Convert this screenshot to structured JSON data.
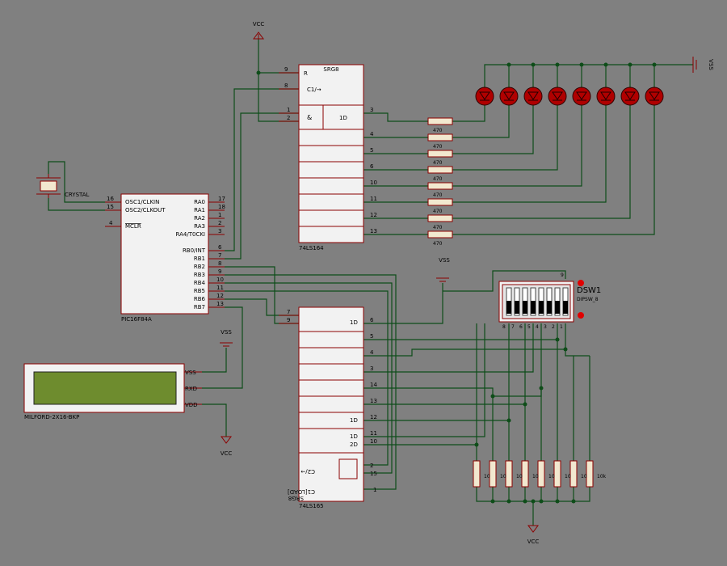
{
  "power": {
    "vcc": "VCC",
    "vss": "VSS"
  },
  "u74164": {
    "srg": "SRG8",
    "r": "R",
    "clk": "C1/→",
    "and": "&",
    "d": "1D",
    "name": "74LS164",
    "pins_left": [
      "9",
      "8",
      "1",
      "2"
    ],
    "pins_right": [
      "3",
      "4",
      "5",
      "6",
      "10",
      "11",
      "12",
      "13"
    ]
  },
  "u74165": {
    "srg": "SRG8",
    "name": "74LS165",
    "d1": "1D",
    "d1b": "1D",
    "d2": "2D",
    "c2": "C2/→",
    "c1": "C1[LOAD]",
    "pins_left": [
      "7",
      "9"
    ],
    "pins_right": [
      "6",
      "5",
      "4",
      "3",
      "14",
      "13",
      "12",
      "11",
      "10",
      "2",
      "15",
      "1"
    ],
    "inner_d": [
      "1D",
      "1D",
      "2D"
    ]
  },
  "pic": {
    "name": "PIC16F84A",
    "left_labels": [
      "OSC1/CLKIN",
      "OSC2/CLKOUT",
      "MCLR"
    ],
    "left_pins": [
      "16",
      "15",
      "4"
    ],
    "right_labels": [
      "RA0",
      "RA1",
      "RA2",
      "RA3",
      "RA4/T0CKI",
      "RB0/INT",
      "RB1",
      "RB2",
      "RB3",
      "RB4",
      "RB5",
      "RB6",
      "RB7"
    ],
    "right_pins": [
      "17",
      "18",
      "1",
      "2",
      "3",
      "6",
      "7",
      "8",
      "9",
      "10",
      "11",
      "12",
      "13"
    ]
  },
  "crystal": {
    "label": "CRYSTAL"
  },
  "resistors_top": {
    "value": "470"
  },
  "resistors_bottom": {
    "values": [
      "10",
      "10",
      "10",
      "10",
      "10",
      "10",
      "10",
      "10k"
    ]
  },
  "dsw": {
    "name": "DSW1",
    "part": "DIPSW_8",
    "pins_top": [
      "9"
    ],
    "pins_bottom": [
      "8",
      "7",
      "6",
      "5",
      "4",
      "3",
      "2",
      "1"
    ]
  },
  "lcd": {
    "name": "MILFORD-2X16-BKP",
    "vss": "VSS",
    "rxd": "RXD",
    "vdd": "VDD"
  },
  "colors": {
    "background": "#808080",
    "body": "#f2f2f2",
    "outline": "#8b0000",
    "wire": "#0e4d19",
    "lcd_screen": "#6e8c2e"
  }
}
